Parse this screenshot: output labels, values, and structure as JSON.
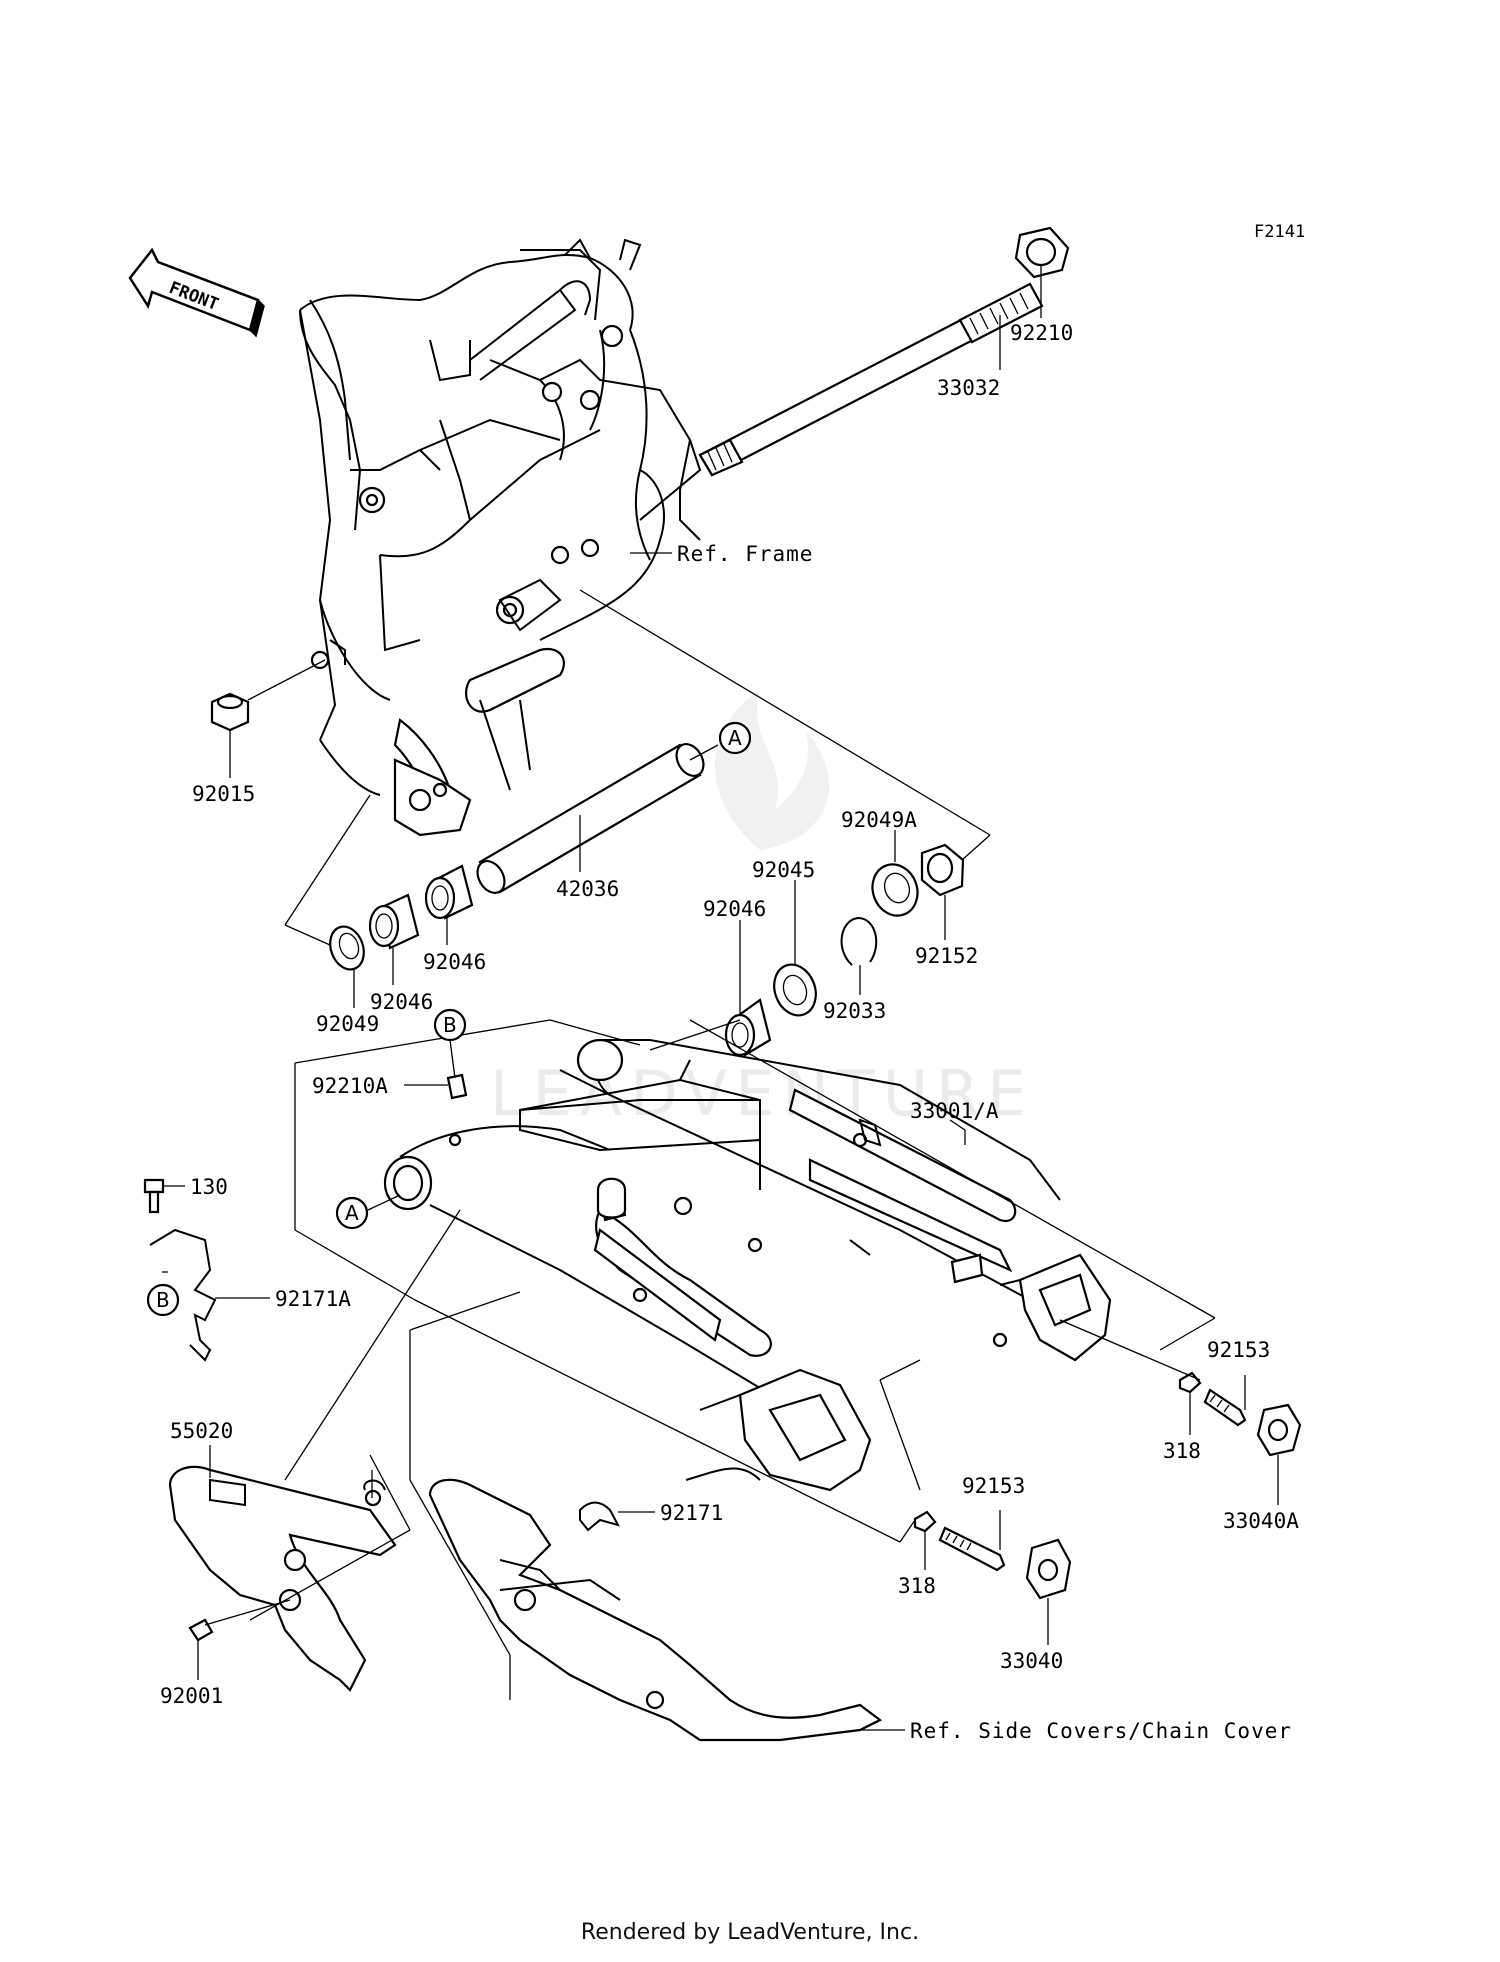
{
  "figure_id": "F2141",
  "front_marker": "FRONT",
  "reference_labels": {
    "frame": "Ref. Frame",
    "side_covers": "Ref. Side Covers/Chain Cover"
  },
  "callout_letters": {
    "a": "A",
    "b": "B"
  },
  "parts": {
    "p92210": "92210",
    "p33032": "33032",
    "p92015": "92015",
    "p42036": "42036",
    "p92049A": "92049A",
    "p92045": "92045",
    "p92046_right": "92046",
    "p92152": "92152",
    "p92046_mid": "92046",
    "p92046_left": "92046",
    "p92049": "92049",
    "p92033": "92033",
    "p92210A": "92210A",
    "p33001A": "33001/A",
    "p130": "130",
    "p92171A": "92171A",
    "p92153_upper": "92153",
    "p318_upper": "318",
    "p33040A": "33040A",
    "p55020": "55020",
    "p92171": "92171",
    "p92153_lower": "92153",
    "p318_lower": "318",
    "p33040": "33040",
    "p92001": "92001"
  },
  "watermark": "LEADVENTURE",
  "footer": "Rendered by LeadVenture, Inc."
}
